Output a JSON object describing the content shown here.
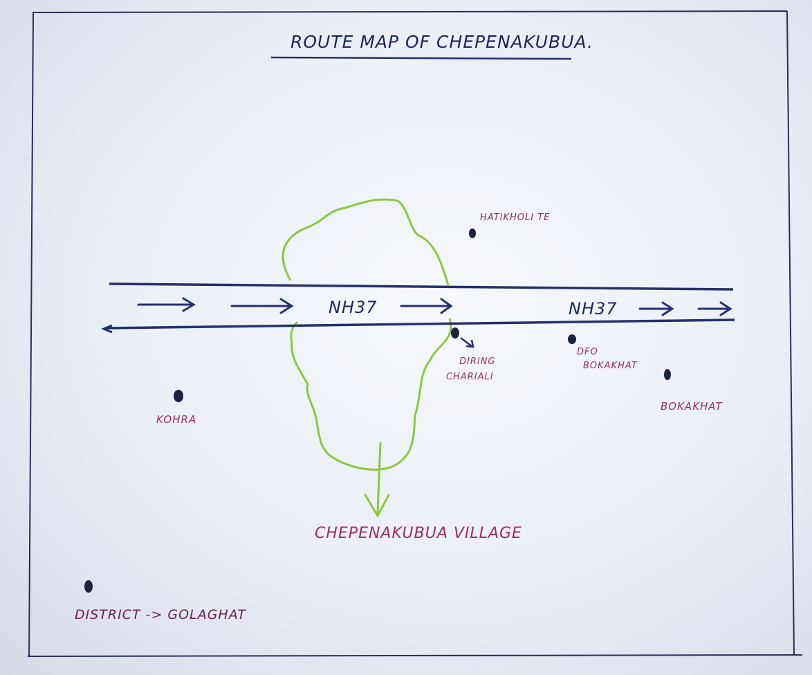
{
  "title": "ROUTE MAP OF CHEPENAKUBUA.",
  "highway": {
    "label_1": "NH37",
    "label_2": "NH37"
  },
  "places": {
    "hatikholi": "HATIKHOLI TE",
    "diring": "DIRING",
    "chariali": "CHARIALI",
    "dfo": "DFO",
    "dfo_bokakhat": "BOKAKHAT",
    "bokakhat": "BOKAKHAT",
    "kohra": "KOHRA"
  },
  "village": "CHEPENAKUBUA VILLAGE",
  "district": "DISTRICT -> GOLAGHAT",
  "colors": {
    "ink_blue": "#25306e",
    "ink_green": "#8cc83c",
    "ink_pink": "#a12b5c",
    "dot": "#1c2340"
  }
}
